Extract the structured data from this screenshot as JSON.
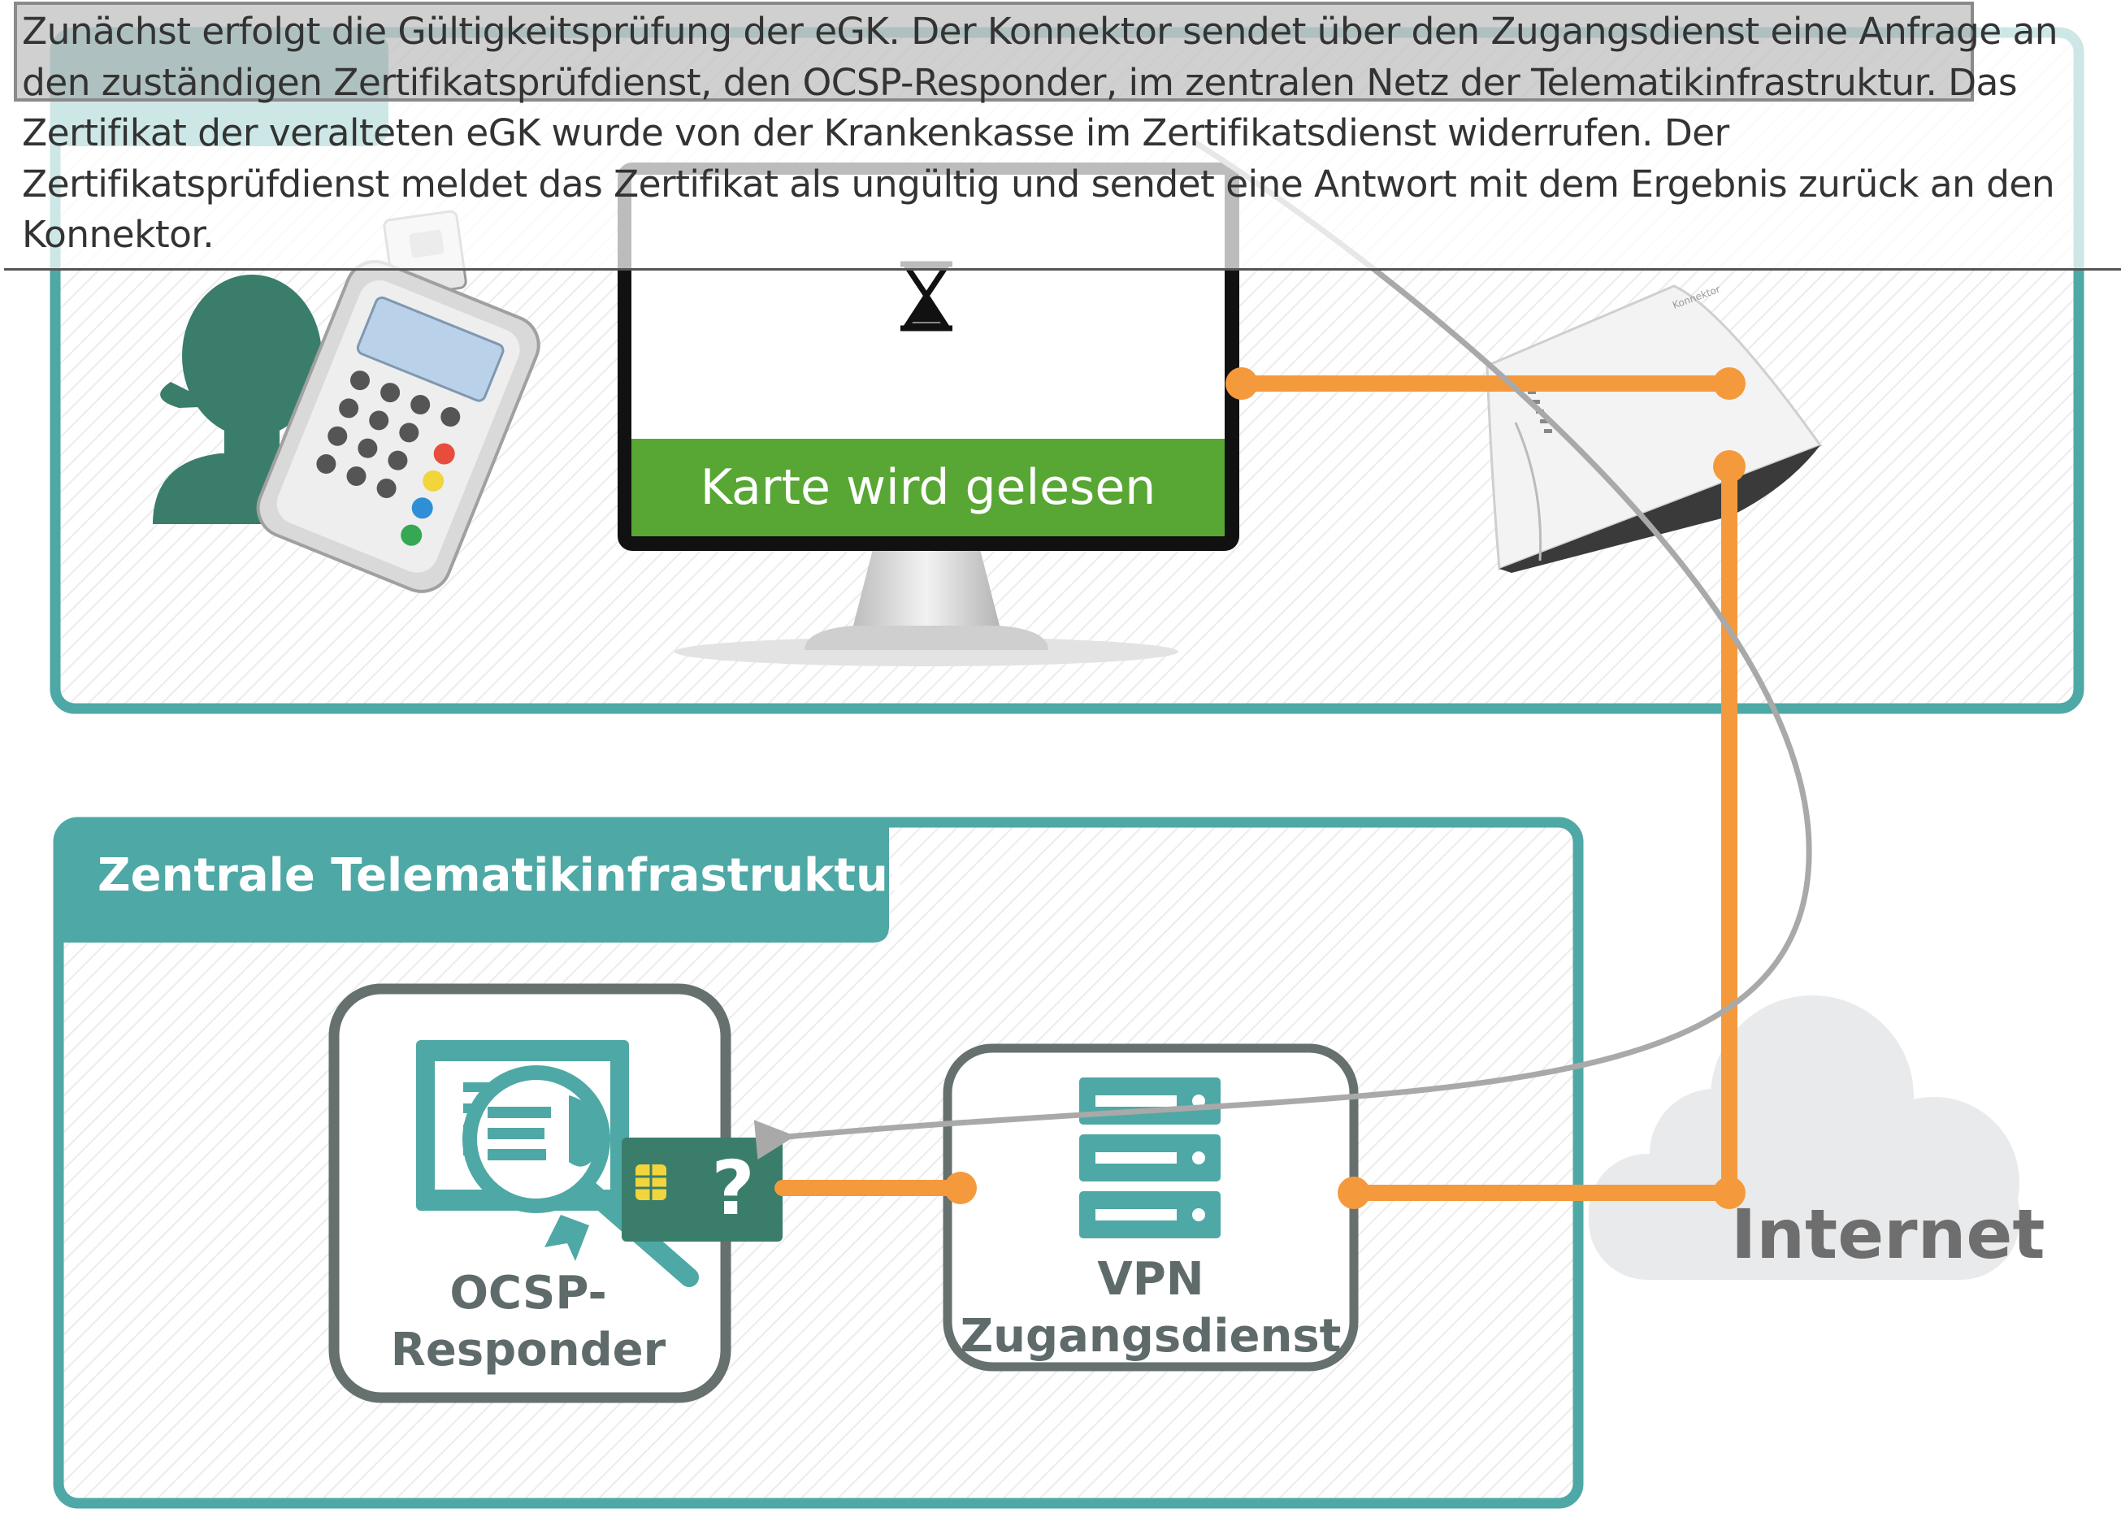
{
  "caption": "Zunächst erfolgt die Gültigkeitsprüfung der eGK. Der Konnektor sendet über den Zugangsdienst eine Anfrage an den zuständigen Zertifikatsprüfdienst, den OCSP-Responder, im zentralen Netz der Telematikinfrastruktur. Das Zertifikat der veralteten eGK wurde von der Krankenkasse im Zertifikatsdienst widerrufen. Der Zertifikatsprüfdienst meldet das Zertifikat als ungültig und sendet eine Antwort mit dem Ergebnis zurück an den Konnektor.",
  "practice": {
    "screen_status": "Karte wird gelesen",
    "connector_brand": "Konnektor"
  },
  "central": {
    "title": "Zentrale Telematikinfrastruktur",
    "ocsp_label_line1": "OCSP-",
    "ocsp_label_line2": "Responder",
    "vpn_label_line1": "VPN",
    "vpn_label_line2": "Zugangsdienst",
    "card_symbol": "?"
  },
  "internet_label": "Internet",
  "colors": {
    "teal": "#4ea8a5",
    "teal_dark": "#3a7d6b",
    "orange": "#f49a3c",
    "green_bar": "#58a633",
    "grey_node": "#66706f",
    "cloud": "#e9eaeb"
  }
}
